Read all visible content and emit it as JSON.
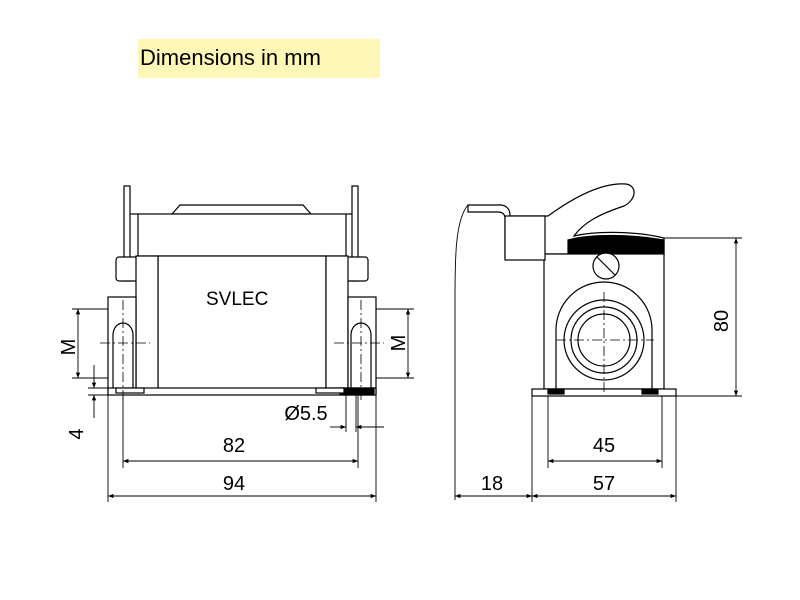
{
  "header": {
    "title": "Dimensions in mm"
  },
  "drawing": {
    "front_view": {
      "brand": "SVLEC",
      "dim_inner_width": "82",
      "dim_outer_width": "94",
      "dim_hole": "Ø5.5",
      "dim_flange": "4",
      "dim_m_left": "M",
      "dim_m_right": "M"
    },
    "side_view": {
      "dim_height": "80",
      "dim_inner_depth": "45",
      "dim_offset": "18",
      "dim_depth": "57"
    }
  },
  "colors": {
    "title_bg": "#fff7b7",
    "line": "#000000",
    "body_fill": "#ffffff"
  }
}
